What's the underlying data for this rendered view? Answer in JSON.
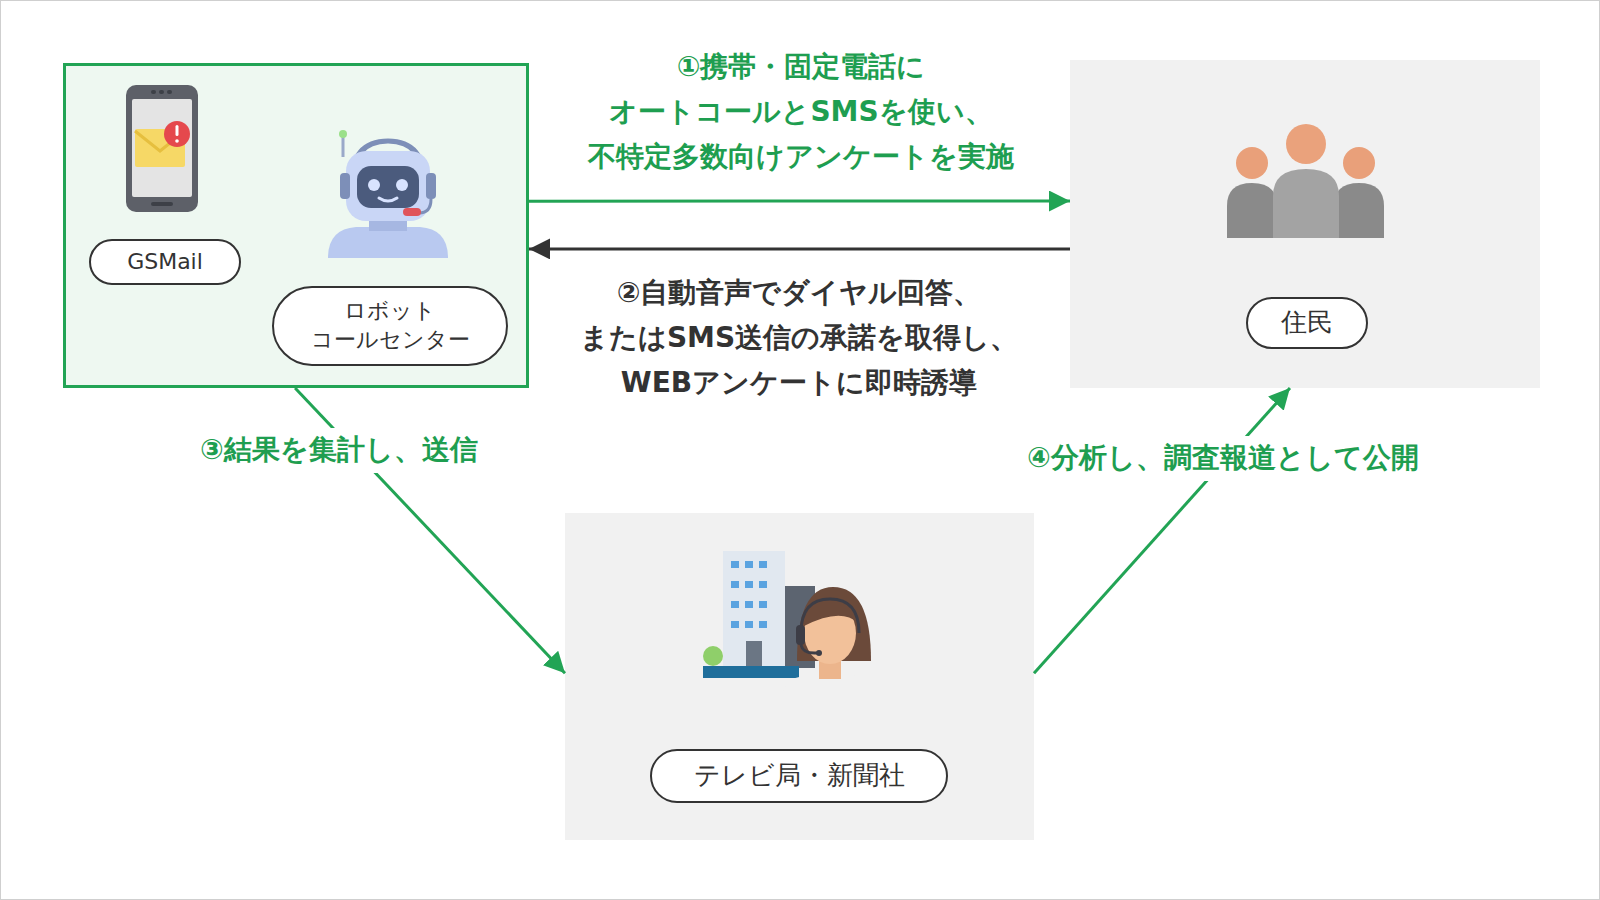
{
  "diagram": {
    "nodes": [
      {
        "text": []
      },
      {
        "text": [
          "GSMail"
        ],
        "in": 0
      },
      {
        "text": [
          "ロボット コールセンター"
        ],
        "in": 0
      },
      {
        "text": []
      },
      {
        "text": [
          "住民"
        ],
        "in": 3
      },
      {
        "text": []
      },
      {
        "text": [
          "テレビ局・新聞社"
        ],
        "in": 5
      }
    ],
    "edges": [
      {
        "from": 0,
        "to": 3,
        "arrow": "to",
        "label": "①携帯・固定電話に オートコールとSMSを使い、 不特定多数向けアンケートを実施"
      },
      {
        "from": 3,
        "to": 0,
        "arrow": "to",
        "label": "②自動音声でダイヤル回答、 またはSMS送信の承諾を取得し、 WEBアンケートに即時誘導"
      },
      {
        "from": 0,
        "to": 5,
        "arrow": "to",
        "label": "③結果を集計し、送信"
      },
      {
        "from": 5,
        "to": 3,
        "arrow": "to",
        "label": "④分析し、調査報道として公開"
      }
    ]
  }
}
